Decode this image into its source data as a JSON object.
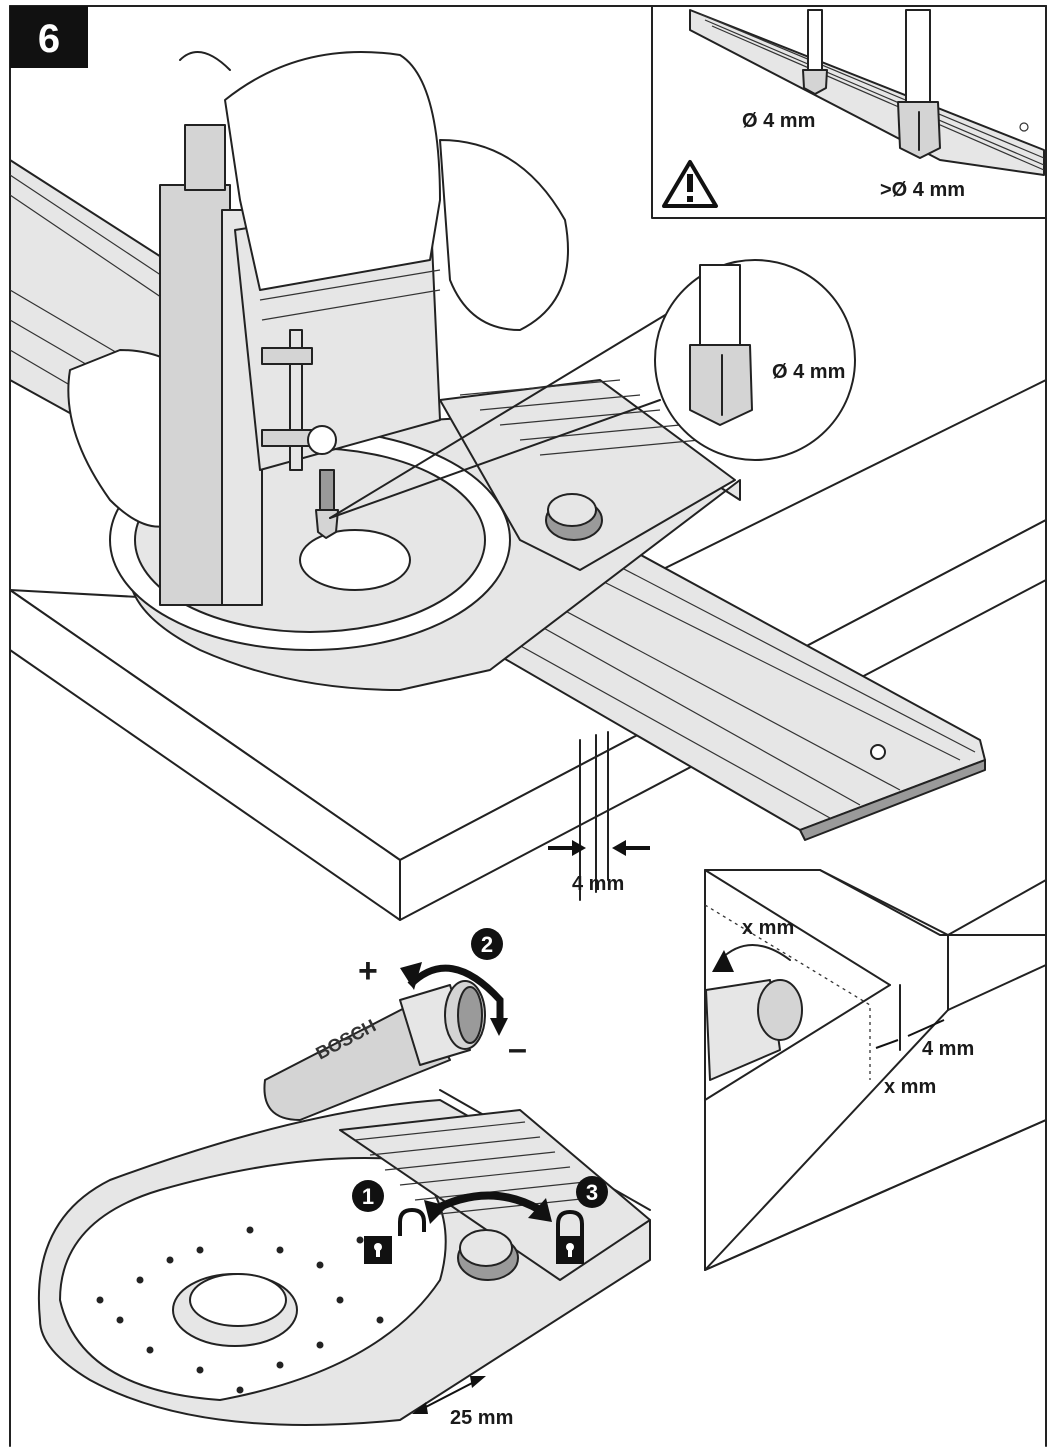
{
  "figure_number": "6",
  "inset_top": {
    "label_small_bit": "Ø 4 mm",
    "label_large_bit": ">Ø 4 mm",
    "warning_icon": "warning-triangle-icon"
  },
  "zoom_callout": {
    "label": "Ø 4 mm"
  },
  "offset_label": "4 mm",
  "adjustment": {
    "plus_sign": "+",
    "minus_sign": "–",
    "step_2": "2",
    "brand": "BOSCH"
  },
  "lock_steps": {
    "step_1": "1",
    "step_3": "3"
  },
  "base_width_label": "25 mm",
  "detail_right": {
    "label_top": "x mm",
    "label_4mm": "4 mm",
    "label_bottom": "x mm"
  }
}
